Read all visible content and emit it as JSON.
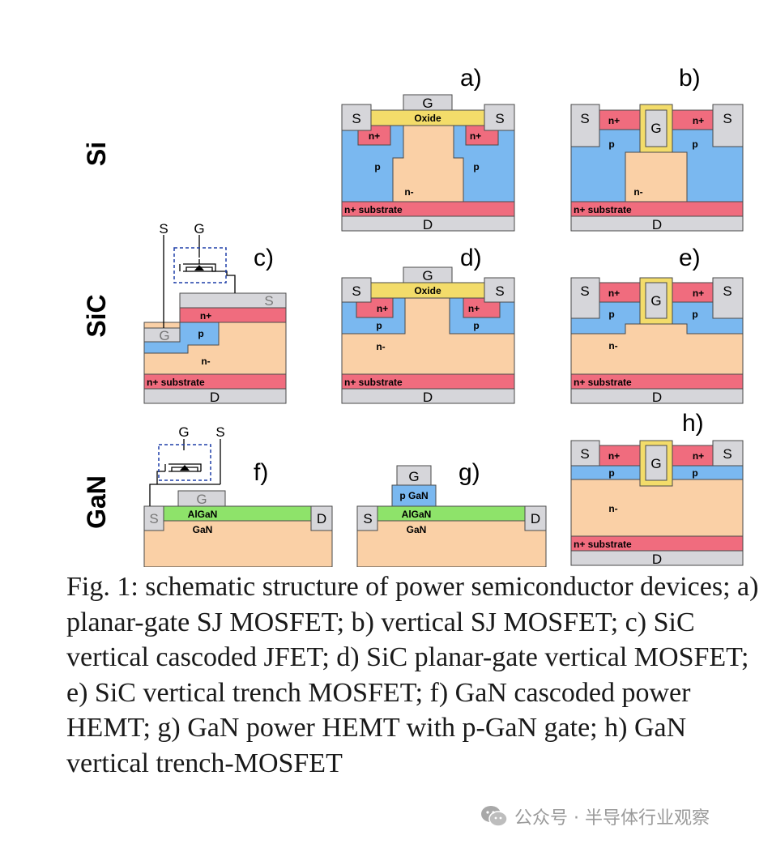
{
  "rows": {
    "si": "Si",
    "sic": "SiC",
    "gan": "GaN"
  },
  "panel_labels": {
    "a": "a)",
    "b": "b)",
    "c": "c)",
    "d": "d)",
    "e": "e)",
    "f": "f)",
    "g": "g)",
    "h": "h)"
  },
  "layers": {
    "source": "S",
    "gate": "G",
    "drain": "D",
    "oxide": "Oxide",
    "n_plus": "n+",
    "p": "p",
    "n_minus": "n-",
    "n_plus_substrate": "n+ substrate",
    "algan": "AlGaN",
    "gan": "GaN",
    "p_gan": "p GaN"
  },
  "colors": {
    "gray_contact": "#d6d6da",
    "oxide": "#f3dc6a",
    "n_plus": "#f06c7e",
    "p": "#7ab8f0",
    "n_minus": "#fad0a6",
    "algan": "#8ee36a",
    "circuit_box": "#1f3fa8"
  },
  "caption": "Fig. 1: schematic structure of power semiconductor devices; a) planar-gate SJ MOSFET; b) vertical SJ MOSFET; c) SiC vertical cascoded JFET; d) SiC planar-gate vertical MOSFET; e) SiC vertical trench MOSFET; f) GaN cascoded power HEMT; g) GaN power HEMT with p-GaN gate; h) GaN vertical trench-MOSFET",
  "watermark": "公众号 · 半导体行业观察"
}
